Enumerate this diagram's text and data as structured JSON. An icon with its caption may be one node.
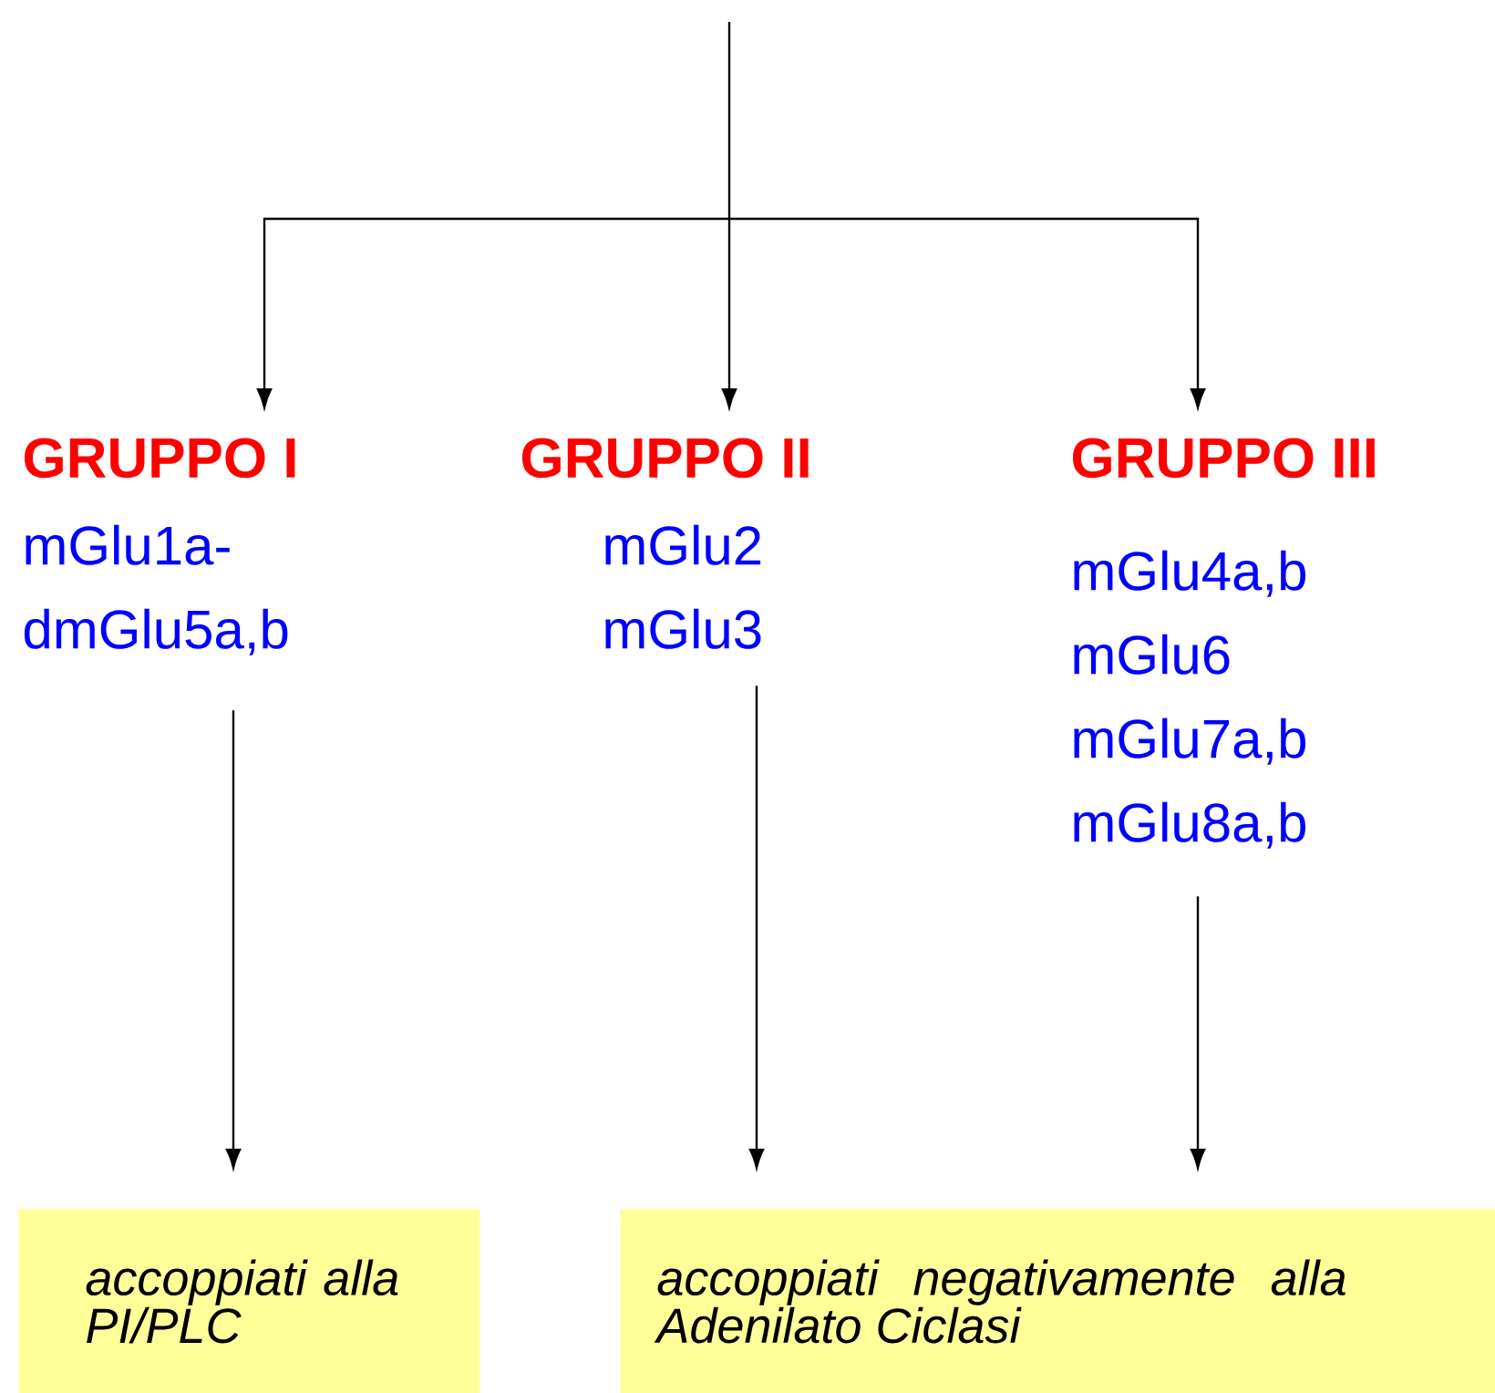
{
  "diagram": {
    "nodes": [
      {
        "text": [
          "GRUPPO I",
          "mGlu1a- dmGlu5a,b"
        ]
      },
      {
        "text": [
          "GRUPPO II",
          "mGlu2 mGlu3"
        ]
      },
      {
        "text": [
          "GRUPPO III",
          "mGlu4a,b mGlu6 mGlu7a,b mGlu8a,b"
        ]
      },
      {
        "text": [
          "accoppiati alla PI/PLC"
        ]
      },
      {
        "text": [
          "accoppiati negativamente alla Adenilato Ciclasi"
        ]
      }
    ],
    "edges": [
      {
        "from": null,
        "to": 0,
        "arrow": "to"
      },
      {
        "from": null,
        "to": 1,
        "arrow": "to"
      },
      {
        "from": null,
        "to": 2,
        "arrow": "to"
      },
      {
        "from": 0,
        "to": 3,
        "arrow": "to"
      },
      {
        "from": 1,
        "to": 4,
        "arrow": "to"
      },
      {
        "from": 2,
        "to": 4,
        "arrow": "to"
      }
    ]
  }
}
